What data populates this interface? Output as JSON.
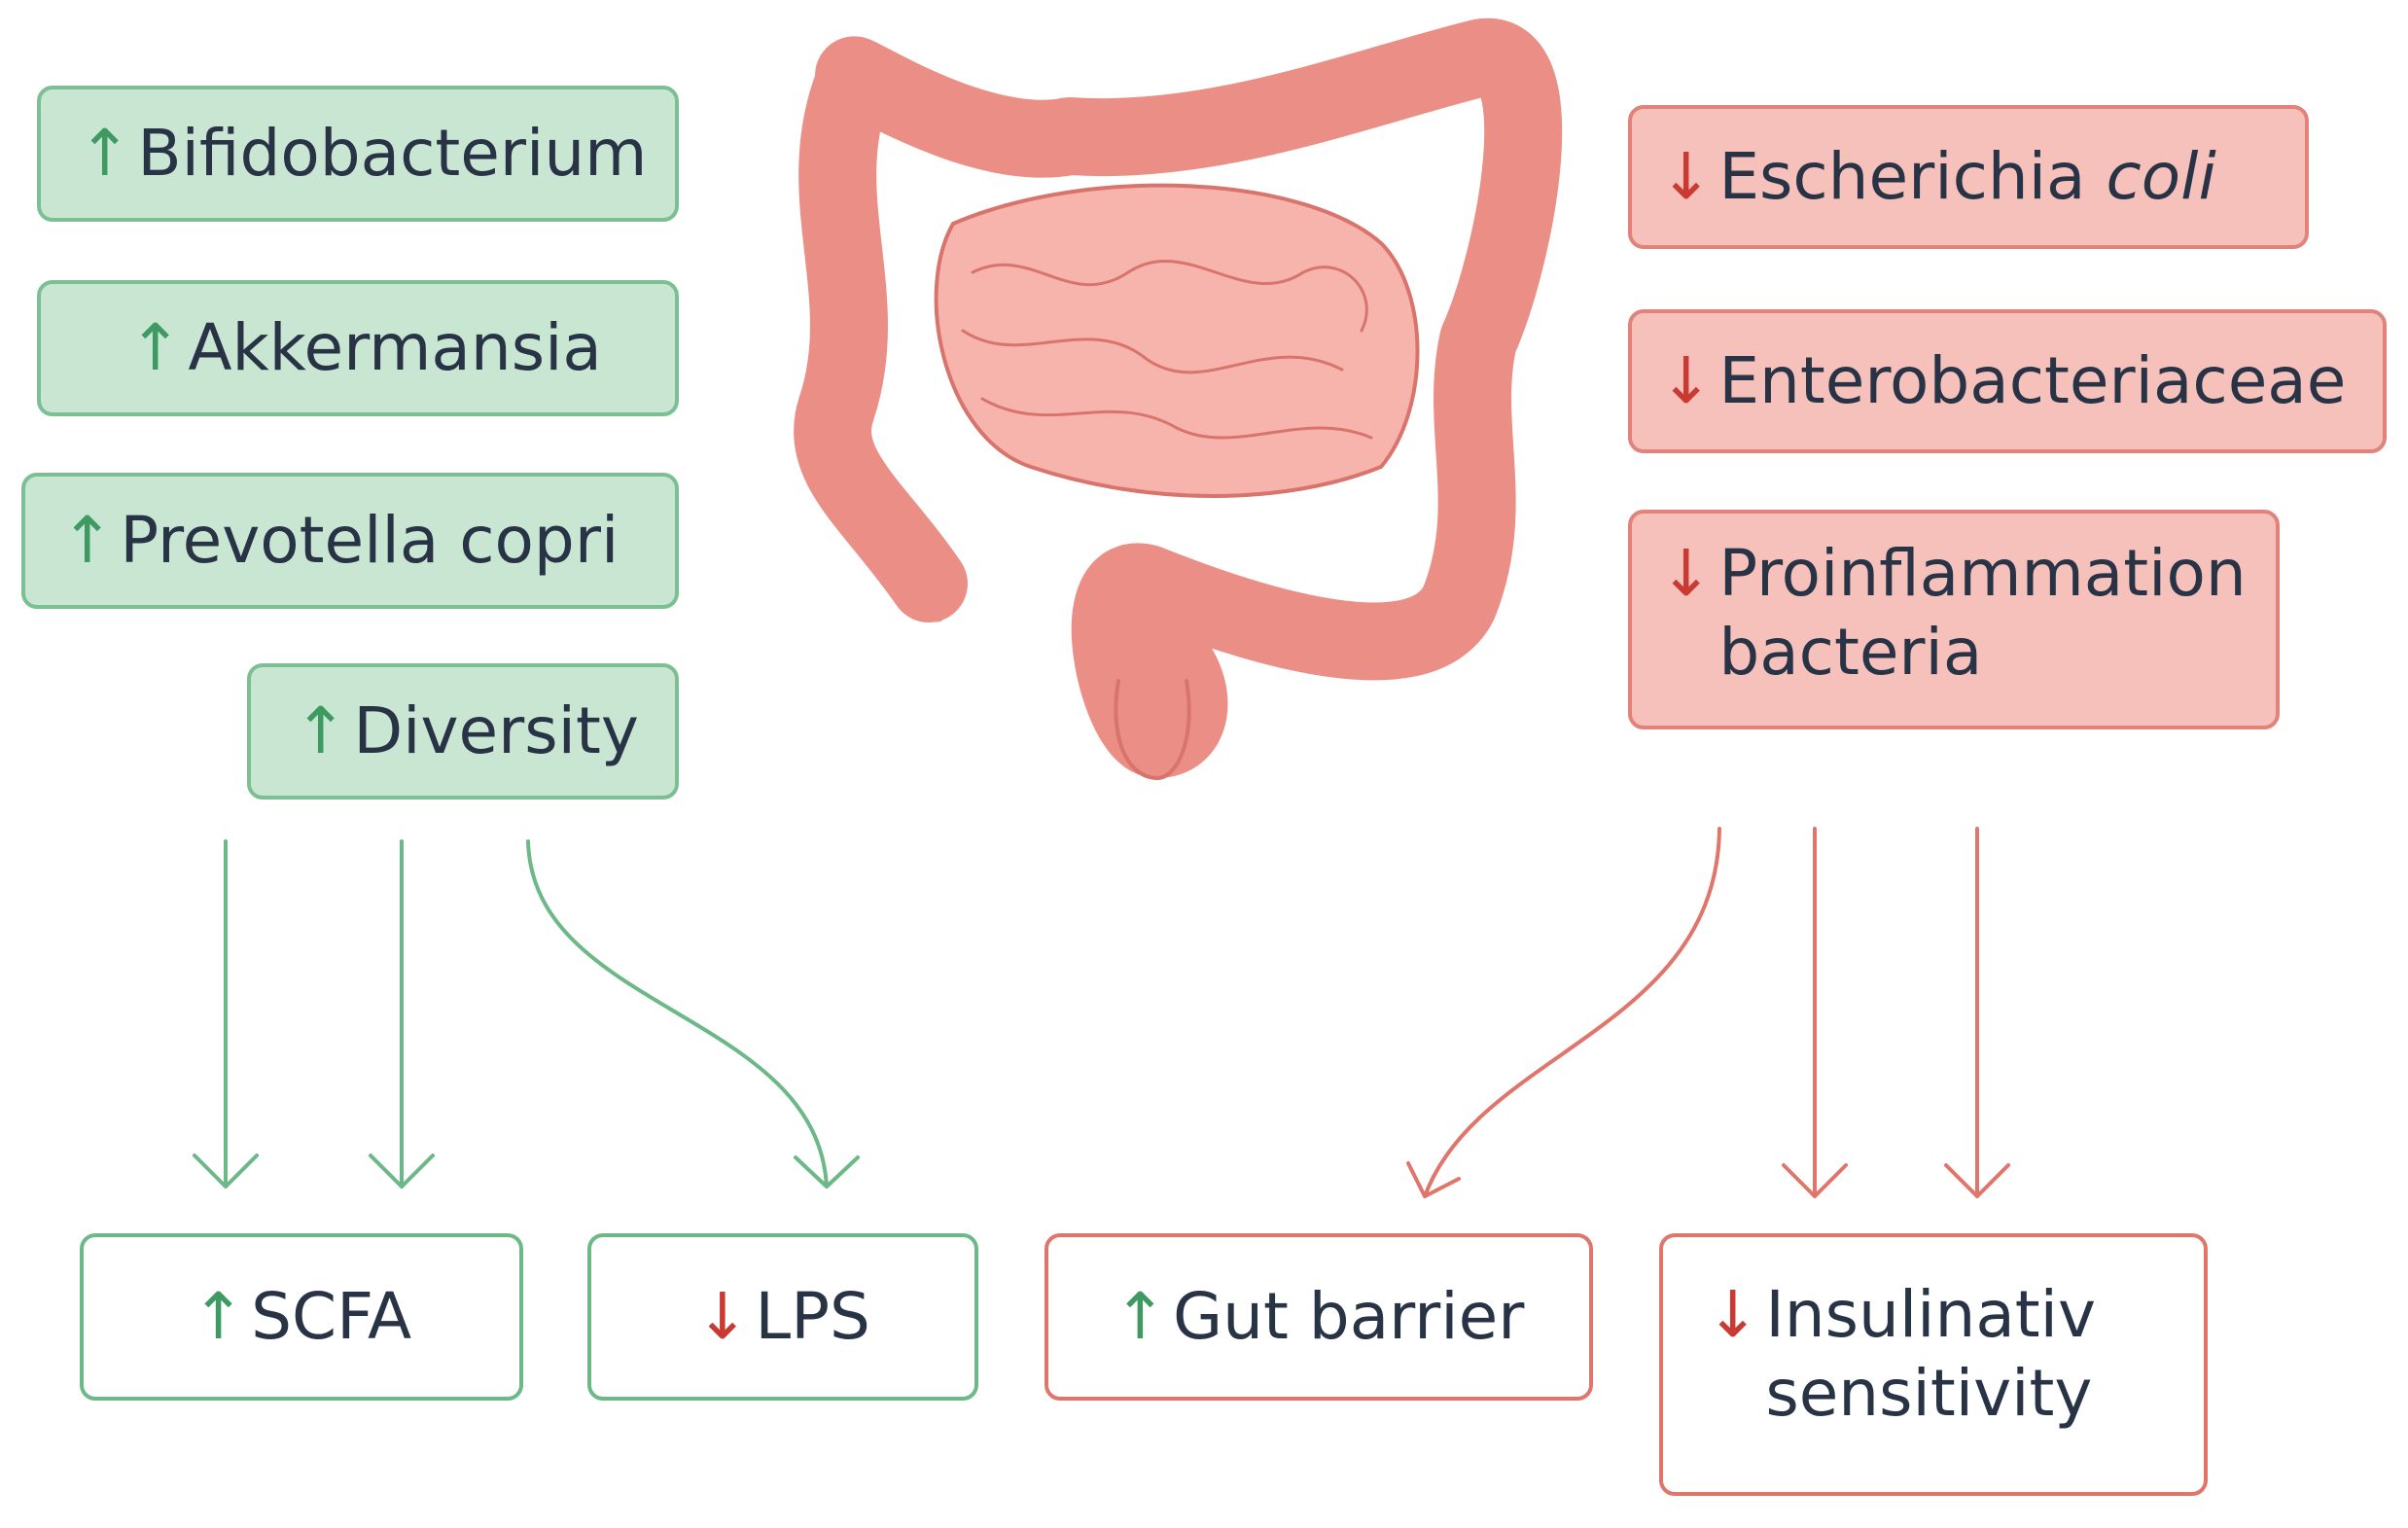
{
  "colors": {
    "green_fill": "#c9e6d3",
    "green_border": "#7cbf92",
    "red_fill": "#f6c1bb",
    "red_border": "#e2837b",
    "arrow_up": "#3f9a62",
    "arrow_down": "#c83a32",
    "intestine_outer": "#eb8e86",
    "intestine_inner": "#f6b4ad"
  },
  "symbols": {
    "up": "↑",
    "down": "↓"
  },
  "left_increases": [
    {
      "label": "Bifidobacterium"
    },
    {
      "label": "Akkermansia"
    },
    {
      "label": "Prevotella copri"
    },
    {
      "label": "Diversity"
    }
  ],
  "right_decreases": [
    {
      "label": "Escherichia ",
      "label_italic": "coli"
    },
    {
      "label": "Enterobacteriaceae"
    },
    {
      "label_line1": "Proinflammation",
      "label_line2": "bacteria"
    }
  ],
  "outcomes": {
    "scfa": {
      "direction": "up",
      "label": "SCFA"
    },
    "lps": {
      "direction": "down",
      "label": "LPS"
    },
    "gut_barrier": {
      "direction": "up",
      "label": "Gut barrier"
    },
    "insulin": {
      "direction": "down",
      "label_line1": "Insulinativ",
      "label_line2": "sensitivity"
    }
  },
  "illustration": {
    "icon": "intestine-icon"
  }
}
